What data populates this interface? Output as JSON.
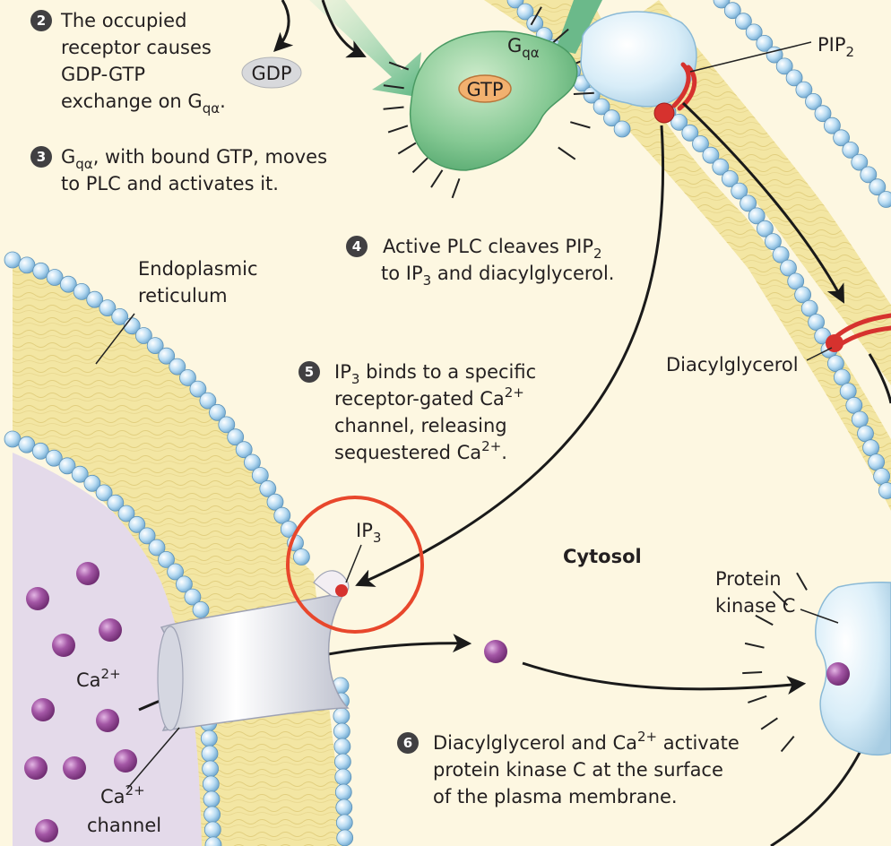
{
  "colors": {
    "background": "#fdf7e1",
    "membrane": "#f3e6a3",
    "bead": "#a9d1ee",
    "er_lumen": "#e4daea",
    "calcium": "#9b4b9c",
    "g_protein": "#6fba84",
    "gtp": "#f2b16f",
    "plc": "#d7ecf7",
    "highlight_circle": "#e8472c",
    "red_lipid": "#d6322e",
    "step_badge": "#414042"
  },
  "steps": {
    "s2": {
      "num": "2",
      "lines": [
        "The occupied",
        "receptor causes",
        "GDP-GTP",
        "exchange on G"
      ],
      "sub": "qα",
      "after": "."
    },
    "s3": {
      "num": "3",
      "pre": "G",
      "sub": "qα",
      "rest": ", with bound GTP, moves",
      "line2": "to PLC and activates it."
    },
    "s4": {
      "num": "4",
      "line1": "Active PLC cleaves PIP",
      "line1_sub": "2",
      "line2_pre": "to IP",
      "line2_sub": "3",
      "line2_rest": " and diacylglycerol."
    },
    "s5": {
      "num": "5",
      "l1_pre": "IP",
      "l1_sub": "3",
      "l1_rest": " binds to a specific",
      "l2": "receptor-gated Ca",
      "l2_sup": "2+",
      "l3": "channel, releasing",
      "l4": "sequestered Ca",
      "l4_sup": "2+",
      "l4_after": "."
    },
    "s6": {
      "num": "6",
      "l1": "Diacylglycerol and Ca",
      "l1_sup": "2+",
      "l1_rest": " activate",
      "l2": "protein kinase C at the surface",
      "l3": "of the plasma membrane."
    }
  },
  "labels": {
    "gdp": "GDP",
    "gtp": "GTP",
    "g_alpha": "G",
    "g_alpha_sub": "qα",
    "pip2": "PIP",
    "pip2_sub": "2",
    "er_line1": "Endoplasmic",
    "er_line2": "reticulum",
    "diacylglycerol": "Diacylglycerol",
    "ip3": "IP",
    "ip3_sub": "3",
    "cytosol": "Cytosol",
    "pkc_line1": "Protein",
    "pkc_line2": "kinase C",
    "ca": "Ca",
    "ca_sup": "2+",
    "ca_channel_line1": "Ca",
    "ca_channel_sup": "2+",
    "ca_channel_line2": "channel"
  },
  "icons": {
    "g_protein": "g-protein-alpha-subunit",
    "plc": "phospholipase-c",
    "channel": "ip3-gated-calcium-channel",
    "pkc": "protein-kinase-c",
    "calcium": "calcium-ion"
  }
}
